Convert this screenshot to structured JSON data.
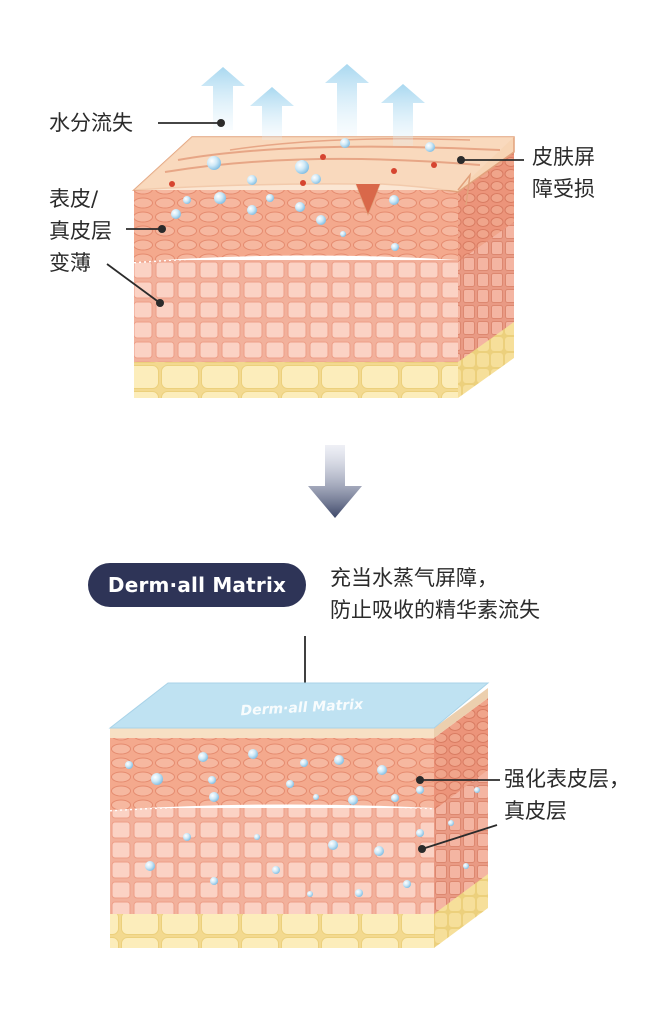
{
  "top_diagram": {
    "label_water_loss": "水分流失",
    "label_barrier_damage_line1": "皮肤屏",
    "label_barrier_damage_line2": "障受损",
    "label_epidermis_line1": "表皮/",
    "label_epidermis_line2": "真皮层",
    "label_epidermis_line3": "变薄"
  },
  "bottom_diagram": {
    "badge": "Derm·all Matrix",
    "membrane_text": "Derm·all Matrix",
    "description_line1": "充当水蒸气屏障，",
    "description_line2": "防止吸收的精华素流失",
    "label_strengthen_line1": "强化表皮层，",
    "label_strengthen_line2": "真皮层"
  },
  "colors": {
    "pill_bg": "#2e3457",
    "epidermis": "#f3a78b",
    "dermis": "#f9c4b2",
    "fat": "#fbeab0",
    "membrane": "#bfe2f2",
    "arrow": "#3d4768"
  }
}
